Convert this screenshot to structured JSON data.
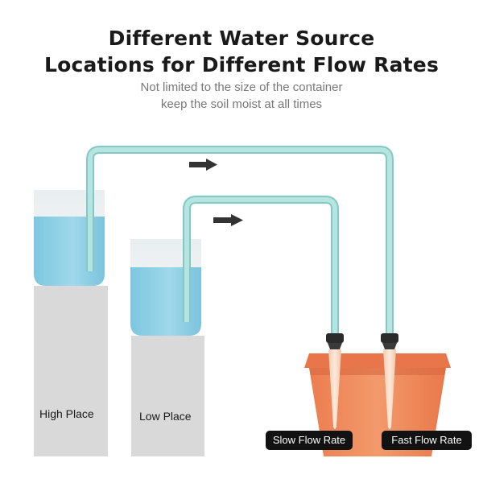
{
  "title_line1": "Different Water Source",
  "title_line2": "Locations for Different Flow Rates",
  "subtitle_line1": "Not limited to the size of the container",
  "subtitle_line2": "keep the soil moist at all times",
  "labels": {
    "high_place": "High Place",
    "low_place": "Low Place",
    "slow_flow": "Slow Flow Rate",
    "fast_flow": "Fast Flow Rate"
  },
  "icons": {
    "flow_arrow": "right-arrow-icon",
    "spike": "watering-spike-icon"
  },
  "colors": {
    "tube": "#a6dcd8",
    "water": "#8fd0e6",
    "pot": "#f08a5b",
    "stand": "#d9d9d9",
    "badge": "#121212"
  }
}
